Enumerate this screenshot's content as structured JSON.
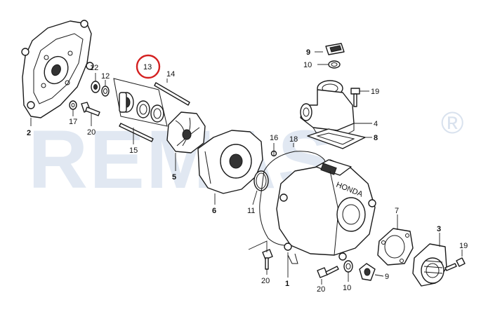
{
  "watermark": {
    "text": "REMAS",
    "registered_mark": "®",
    "color": "#c9d6e8"
  },
  "highlight": {
    "part": "13",
    "color": "#d42020"
  },
  "brand_on_casing": "HONDA",
  "callouts": [
    {
      "id": "c1",
      "label": "1",
      "bold": true
    },
    {
      "id": "c2",
      "label": "2",
      "bold": true
    },
    {
      "id": "c3",
      "label": "3",
      "bold": true
    },
    {
      "id": "c4",
      "label": "4",
      "bold": false
    },
    {
      "id": "c5",
      "label": "5",
      "bold": true
    },
    {
      "id": "c6",
      "label": "6",
      "bold": true
    },
    {
      "id": "c7",
      "label": "7",
      "bold": false
    },
    {
      "id": "c8",
      "label": "8",
      "bold": true
    },
    {
      "id": "c9a",
      "label": "9",
      "bold": true
    },
    {
      "id": "c9b",
      "label": "9",
      "bold": false
    },
    {
      "id": "c10a",
      "label": "10",
      "bold": false
    },
    {
      "id": "c10b",
      "label": "10",
      "bold": false
    },
    {
      "id": "c11",
      "label": "11",
      "bold": false
    },
    {
      "id": "c12a",
      "label": "12",
      "bold": false
    },
    {
      "id": "c12b",
      "label": "12",
      "bold": false
    },
    {
      "id": "c13",
      "label": "13",
      "bold": false
    },
    {
      "id": "c14",
      "label": "14",
      "bold": false
    },
    {
      "id": "c15",
      "label": "15",
      "bold": false
    },
    {
      "id": "c16",
      "label": "16",
      "bold": false
    },
    {
      "id": "c17",
      "label": "17",
      "bold": false
    },
    {
      "id": "c18",
      "label": "18",
      "bold": false
    },
    {
      "id": "c19a",
      "label": "19",
      "bold": false
    },
    {
      "id": "c19b",
      "label": "19",
      "bold": false
    },
    {
      "id": "c20a",
      "label": "20",
      "bold": false
    },
    {
      "id": "c20b",
      "label": "20",
      "bold": false
    },
    {
      "id": "c20c",
      "label": "20",
      "bold": false
    }
  ]
}
